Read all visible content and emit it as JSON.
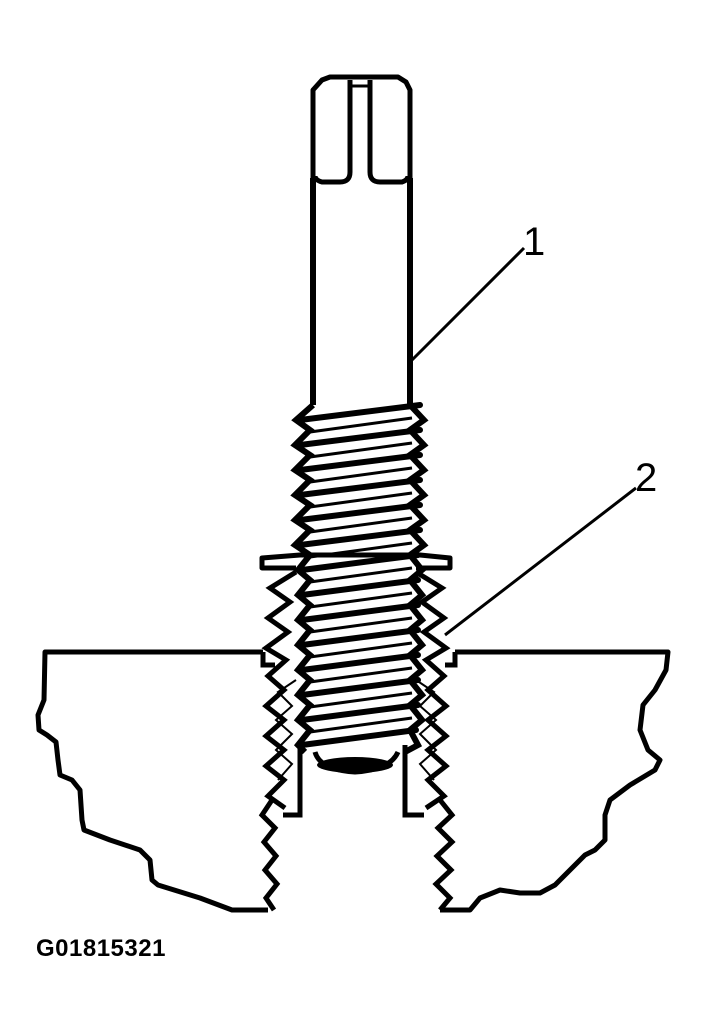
{
  "figure": {
    "id": "G01815321",
    "background": "#ffffff",
    "ink_color": "#000000"
  },
  "callouts": [
    {
      "number": "1",
      "target": "threaded-screw-shaft"
    },
    {
      "number": "2",
      "target": "threaded-insert"
    }
  ],
  "parts": [
    {
      "name": "threaded-screw",
      "features": [
        "slotted-head",
        "smooth-shank",
        "external-threads"
      ]
    },
    {
      "name": "threaded-insert",
      "features": [
        "top-flange",
        "external-threads",
        "internal-threads"
      ]
    },
    {
      "name": "housing-left-section"
    },
    {
      "name": "housing-right-section"
    }
  ]
}
